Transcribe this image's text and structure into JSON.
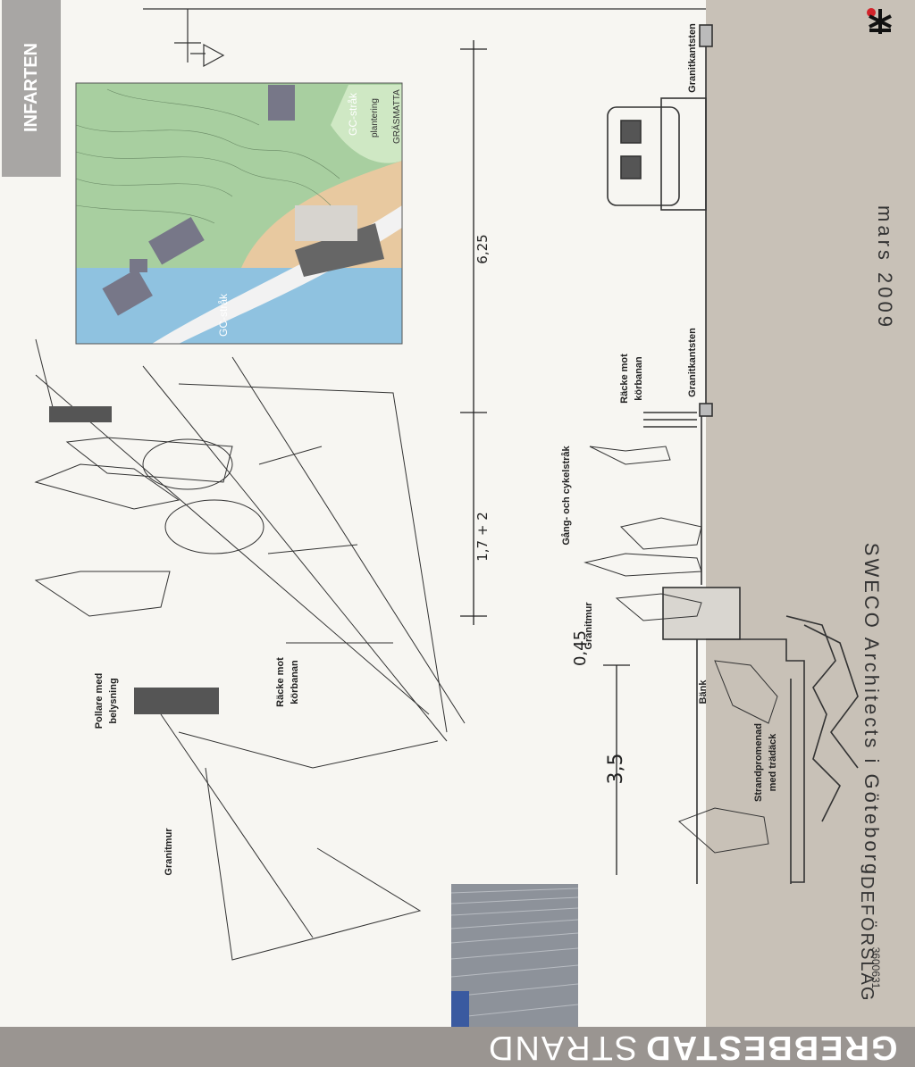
{
  "header": {
    "section_label": "INFARTEN"
  },
  "banner": {
    "title_bold": "GREBBESTAD",
    "title_light": "STRAND"
  },
  "footer": {
    "date": "mars 2009",
    "firm": "SWECO Architects i Göteborg",
    "doc_type": "IDEFÖRSLAG",
    "doc_number": "3600631"
  },
  "map": {
    "labels": [
      "GC-stråk",
      "GC-stråk",
      "plantering",
      "GRÄSMATTA"
    ]
  },
  "perspective_labels": {
    "granitmur": "Granitmur",
    "pollare": [
      "Pollare med",
      "belysning"
    ],
    "racke": [
      "Räcke mot",
      "körbanan"
    ]
  },
  "section_labels": {
    "granitkantsten_top": "Granitkantsten",
    "granitkantsten_mid": "Granitkantsten",
    "racke": [
      "Räcke mot",
      "körbanan"
    ],
    "gang_cykel": "Gång- och cykelstråk",
    "granitmur": "Granitmur",
    "bank": "Bänk",
    "strandpromenad": [
      "Strandpromenad",
      "med trädäck"
    ]
  },
  "dimensions": {
    "d1": "6,25",
    "d2": "1,7 + 2",
    "d3": "0,45",
    "d4": "3,5"
  },
  "colors": {
    "panel": "#c8c1b7",
    "banner": "#9a9591",
    "water": "#8fc2e0",
    "grass": "#b8d8b0",
    "logo_red": "#d2232a"
  },
  "icons": {
    "logo": "sweco-logo-icon"
  }
}
